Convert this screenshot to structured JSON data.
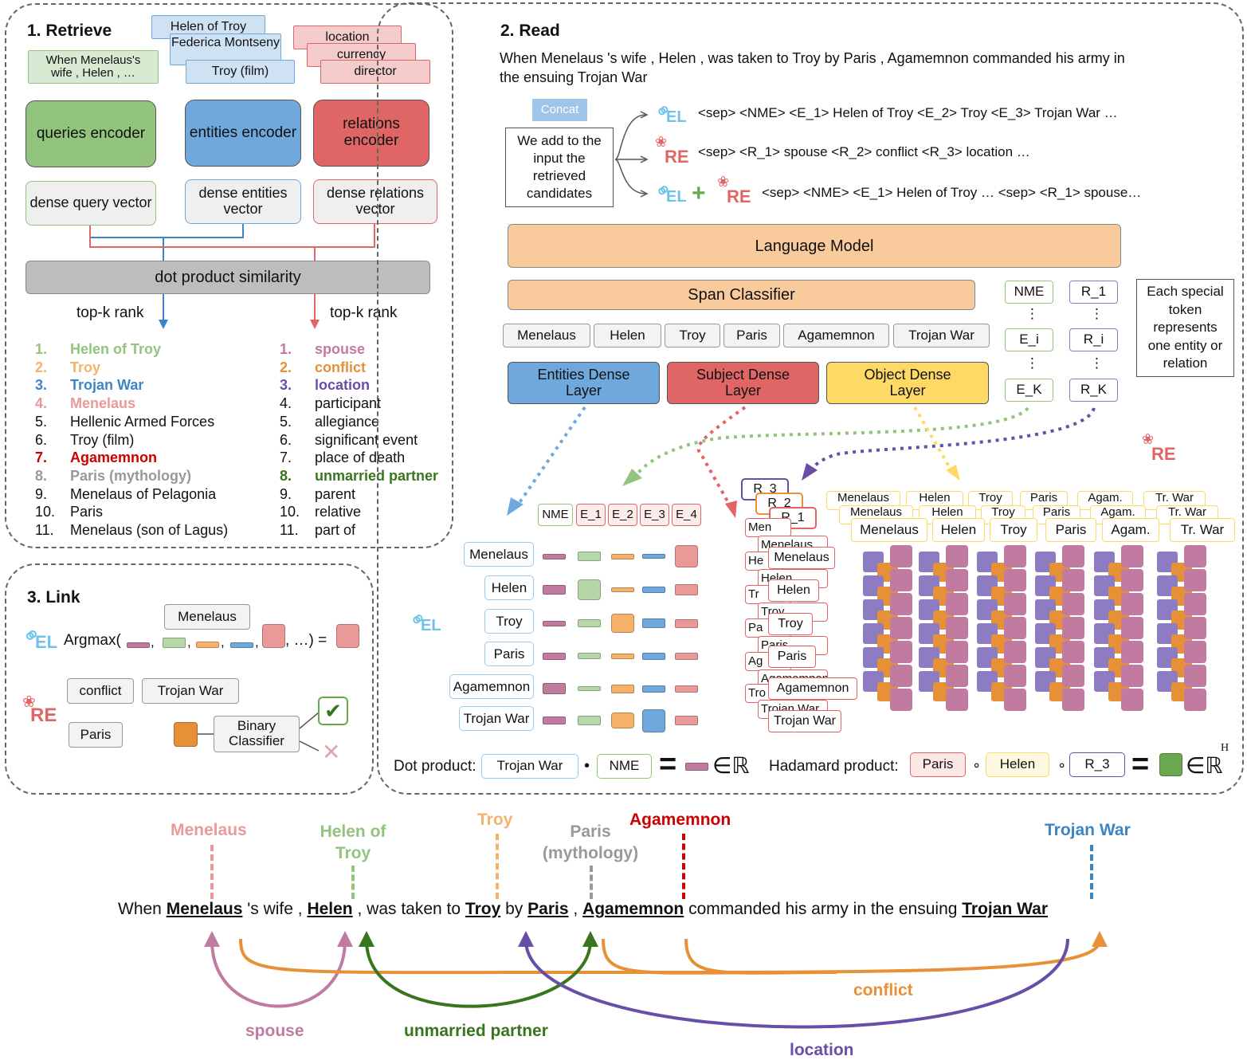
{
  "colors": {
    "query": "#93c47d",
    "entity": "#6fa8dc",
    "relation": "#e06666",
    "orange": "#f6b26b",
    "violet": "#8e7cc3",
    "pink": "#c27ba0",
    "green": "#38761d",
    "purple": "#674ea7",
    "red": "#cc0000",
    "grey": "#999999"
  },
  "retrieve": {
    "title": "1.  Retrieve",
    "query_card": "When Menelaus's wife , Helen , …",
    "entity_cards": [
      "Helen of Troy",
      "Federica Montseny",
      "Troy (film)"
    ],
    "relation_cards": [
      "location",
      "currency",
      "director"
    ],
    "encoders": [
      "queries encoder",
      "entities encoder",
      "relations encoder"
    ],
    "vectors": [
      "dense query vector",
      "dense entities vector",
      "dense relations vector"
    ],
    "similarity": "dot product similarity",
    "rank_left": "top-k rank",
    "rank_right": "top-k rank",
    "entities": [
      {
        "n": "1.",
        "t": "Helen of Troy",
        "c": "#93c47d",
        "bold": true
      },
      {
        "n": "2.",
        "t": "Troy",
        "c": "#f6b26b",
        "bold": true
      },
      {
        "n": "3.",
        "t": "Trojan War",
        "c": "#3d85c6",
        "bold": true
      },
      {
        "n": "4.",
        "t": "Menelaus",
        "c": "#ea9999",
        "bold": true
      },
      {
        "n": "5.",
        "t": "Hellenic Armed Forces",
        "c": "#111",
        "bold": false
      },
      {
        "n": "6.",
        "t": "Troy (film)",
        "c": "#111",
        "bold": false
      },
      {
        "n": "7.",
        "t": "Agamemnon",
        "c": "#cc0000",
        "bold": true
      },
      {
        "n": "8.",
        "t": "Paris (mythology)",
        "c": "#999999",
        "bold": true
      },
      {
        "n": "9.",
        "t": "Menelaus of Pelagonia",
        "c": "#111",
        "bold": false
      },
      {
        "n": "10.",
        "t": "Paris",
        "c": "#111",
        "bold": false
      },
      {
        "n": "11.",
        "t": "Menelaus (son of Lagus)",
        "c": "#111",
        "bold": false
      }
    ],
    "relations": [
      {
        "n": "1.",
        "t": "spouse",
        "c": "#c27ba0",
        "bold": true
      },
      {
        "n": "2.",
        "t": "conflict",
        "c": "#e69138",
        "bold": true
      },
      {
        "n": "3.",
        "t": "location",
        "c": "#674ea7",
        "bold": true
      },
      {
        "n": "4.",
        "t": "participant",
        "c": "#111",
        "bold": false
      },
      {
        "n": "5.",
        "t": "allegiance",
        "c": "#111",
        "bold": false
      },
      {
        "n": "6.",
        "t": "significant event",
        "c": "#111",
        "bold": false
      },
      {
        "n": "7.",
        "t": "place of death",
        "c": "#111",
        "bold": false
      },
      {
        "n": "8.",
        "t": "unmarried partner",
        "c": "#38761d",
        "bold": true
      },
      {
        "n": "9.",
        "t": "parent",
        "c": "#111",
        "bold": false
      },
      {
        "n": "10.",
        "t": "relative",
        "c": "#111",
        "bold": false
      },
      {
        "n": "11.",
        "t": "part of",
        "c": "#111",
        "bold": false
      }
    ]
  },
  "read": {
    "title": "2.  Read",
    "sentence": "When Menelaus 's wife , Helen , was taken to Troy by Paris , Agamemnon commanded his army in the ensuing Trojan War",
    "concat": "Concat",
    "add_note": "We add to the input the retrieved candidates",
    "el": "EL",
    "re": "RE",
    "input_el": "<sep> <NME> <E_1> Helen of Troy <E_2> Troy <E_3> Trojan War …",
    "input_re": "<sep> <R_1> spouse <R_2> conflict  <R_3> location …",
    "input_both": "<sep> <NME> <E_1> Helen of Troy … <sep> <R_1> spouse…",
    "language_model": "Language Model",
    "span_classifier": "Span Classifier",
    "spans": [
      "Menelaus",
      "Helen",
      "Troy",
      "Paris",
      "Agamemnon",
      "Trojan War"
    ],
    "ent_tokens": [
      "NME",
      "⋮",
      "E_i",
      "⋮",
      "E_K"
    ],
    "rel_tokens": [
      "R_1",
      "⋮",
      "R_i",
      "⋮",
      "R_K"
    ],
    "special_note": "Each special token represents one entity or relation",
    "layers": [
      "Entities Dense Layer",
      "Subject Dense Layer",
      "Object Dense Layer"
    ],
    "el_header": [
      "NME",
      "E_1",
      "E_2",
      "E_3",
      "E_4"
    ],
    "el_rows": [
      "Menelaus",
      "Helen",
      "Troy",
      "Paris",
      "Agamemnon",
      "Trojan War"
    ],
    "r_stack": [
      "R_3",
      "R_2",
      "R_1"
    ],
    "subj_back": [
      "Men",
      "Menelaus",
      "He",
      "Helen",
      "Tr",
      "Troy",
      "Pa",
      "Paris",
      "Ag",
      "Agamemnon",
      "Tro",
      "Trojan War"
    ],
    "subj_front": [
      "Menelaus",
      "Helen",
      "Troy",
      "Paris",
      "Agamemnon",
      "Trojan War"
    ],
    "obj_back_1": [
      "Menelaus",
      "Helen",
      "Troy",
      "Paris",
      "Agam.",
      "Tr. War"
    ],
    "obj_back_2": [
      "Menelaus",
      "Helen",
      "Troy",
      "Paris",
      "Agam.",
      "Tr. War"
    ],
    "obj_front": [
      "Menelaus",
      "Helen",
      "Troy",
      "Paris",
      "Agam.",
      "Tr. War"
    ],
    "dot_label": "Dot product:",
    "dot_a": "Trojan War",
    "dot_b": "NME",
    "dot_op": "•",
    "equals": "=",
    "in_r": "∈ℝ",
    "had_label": "Hadamard product:",
    "had_a": "Paris",
    "had_b": "Helen",
    "had_c": "R_3",
    "had_op": "∘",
    "had_sup": "H"
  },
  "link": {
    "title": "3.  Link",
    "menelaus": "Menelaus",
    "argmax": "Argmax(",
    "sep": ",",
    "ellipsis": ", …) =",
    "conflict": "conflict",
    "trojan": "Trojan War",
    "paris": "Paris",
    "binary": "Binary Classifier",
    "check": "✔",
    "cross": "✕"
  },
  "output": {
    "entities": [
      "Menelaus",
      "Helen of Troy",
      "Troy",
      "Paris (mythology)",
      "Agamemnon",
      "Trojan War"
    ],
    "sentence_words": [
      "When",
      "Menelaus",
      "'s wife ,",
      "Helen",
      ", was taken to",
      "Troy",
      "by",
      "Paris",
      ",",
      "Agamemnon",
      "commanded his army in the ensuing",
      "Trojan War"
    ],
    "relations": [
      "spouse",
      "unmarried partner",
      "conflict",
      "location"
    ]
  }
}
